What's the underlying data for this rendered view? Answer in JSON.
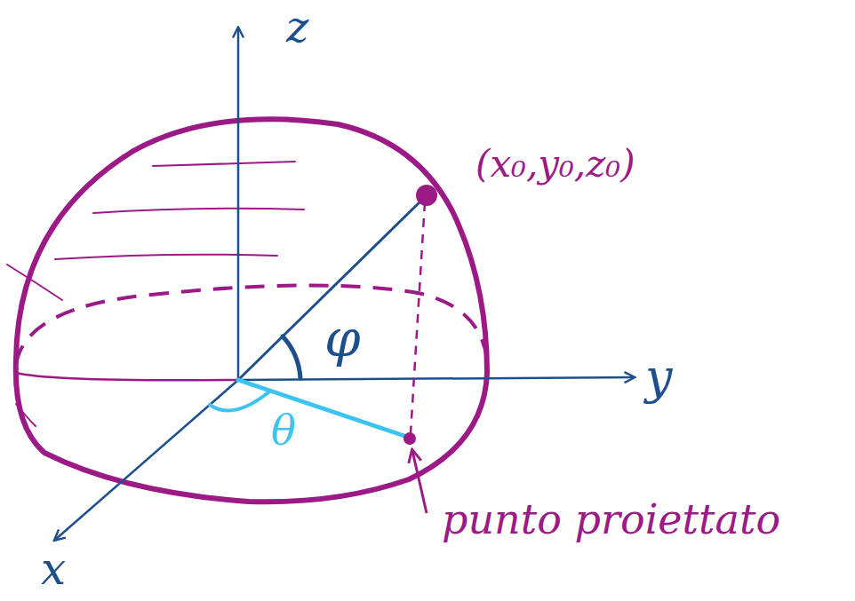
{
  "diagram": {
    "labels": [
      "z",
      "(x₀,y₀,z₀)",
      "φ",
      "y",
      "θ",
      "punto proiettato",
      "x"
    ]
  }
}
